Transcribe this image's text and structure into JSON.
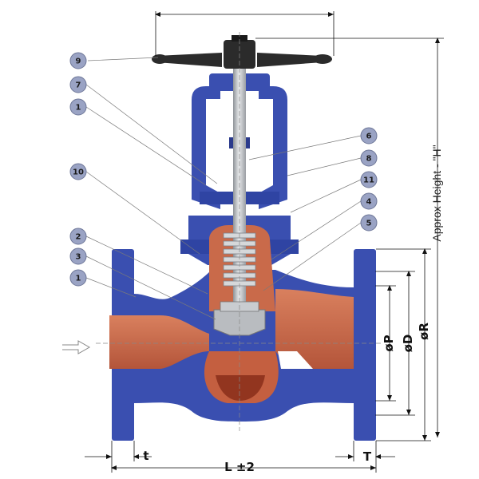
{
  "colors": {
    "body_blue": "#3a4fb0",
    "body_blue_dark": "#2a3a8c",
    "fluid_orange": "#c96a4a",
    "fluid_dark": "#8a2e1a",
    "stem_grey": "#bfc2c6",
    "handwheel_dark": "#2b2b2b",
    "callout_fill": "#9aa3c4",
    "line": "#666666"
  },
  "callouts": [
    {
      "label": "9"
    },
    {
      "label": "7"
    },
    {
      "label": "1"
    },
    {
      "label": "10"
    },
    {
      "label": "2"
    },
    {
      "label": "3"
    },
    {
      "label": "1"
    },
    {
      "label": "6"
    },
    {
      "label": "8"
    },
    {
      "label": "11"
    },
    {
      "label": "4"
    },
    {
      "label": "5"
    }
  ],
  "dimensions": {
    "length": "L ±2",
    "flange_thickness_left": "t",
    "flange_thickness_right": "T",
    "diameter_p": "øP",
    "diameter_d": "øD",
    "diameter_r": "øR",
    "height": "Approx Height - \"H\""
  },
  "icons": [
    "flow-direction-arrow-icon"
  ]
}
